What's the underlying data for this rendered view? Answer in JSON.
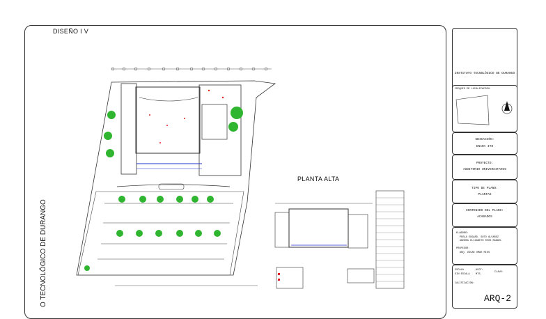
{
  "sheet": {
    "title": "DISEÑO I V",
    "vertical_text": "O TECNOLÓGICO DE DURANGO",
    "plan_label": "PLANTA ALTA"
  },
  "title_block": {
    "institution": "INSTITUTO TECNOLÓGICO DE DURANGO",
    "location_label": "CROQUIS DE LOCALIZACIÓN:",
    "ubicacion_label": "UBICACIÓN:",
    "ubicacion_value": "ENARA ITD",
    "proyecto_label": "PROYECTO:",
    "proyecto_value": "AUDITORIO UNIVERSITARIO",
    "tipo_label": "TIPO DE PLANO:",
    "tipo_value": "PLANTAS",
    "contenido_label": "CONTENIDO DEL PLANO:",
    "contenido_value": "ACABADOS",
    "elaboro_label": "ELABORÓ:",
    "elaboro_1": "PERLA EDGARD. SOTO ÁLVAREZ",
    "elaboro_2": "ANDREA ELIZABETH RÍOS RANGEL",
    "profesor_label": "PROFESOR:",
    "profesor_value": "ARQ. OSCAR OMAR RÍOS",
    "escala_label": "ESCALA",
    "escala_value": "SIN ESCALA",
    "acot_label": "ACOT:",
    "acot_value": "MTS.",
    "clave_label": "CLAVE:",
    "calificacion_label": "CALIFICACIÓN:",
    "sheet_number": "ARQ-2"
  },
  "colors": {
    "line": "#333333",
    "green": "#2fb52f",
    "blue": "#2233cc",
    "red": "#e02020",
    "magenta": "#cc22cc"
  }
}
